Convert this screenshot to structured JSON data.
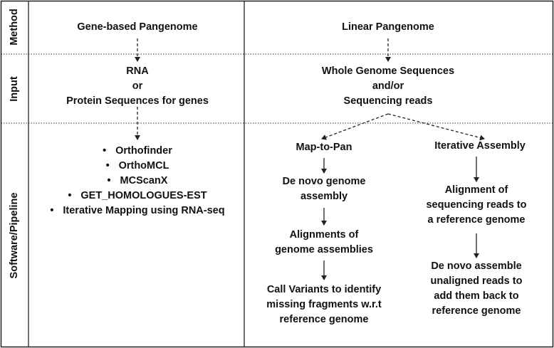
{
  "row_labels": {
    "method": "Method",
    "input": "Input",
    "software": "Software/Pipeline"
  },
  "gene_based": {
    "method": "Gene-based Pangenome",
    "input_line1": "RNA",
    "input_line2": "or",
    "input_line3": "Protein Sequences for genes",
    "tools": [
      "Orthofinder",
      "OrthoMCL",
      "MCScanX",
      "GET_HOMOLOGUES-EST",
      "Iterative Mapping using RNA-seq"
    ]
  },
  "linear": {
    "method": "Linear Pangenome",
    "input_line1": "Whole Genome Sequences",
    "input_line2": "and/or",
    "input_line3": "Sequencing reads",
    "map_to_pan": {
      "title": "Map-to-Pan",
      "step1_line1": "De novo genome",
      "step1_line2": "assembly",
      "step2_line1": "Alignments of",
      "step2_line2": "genome assemblies",
      "step3_line1": "Call Variants to identify",
      "step3_line2": "missing fragments w.r.t",
      "step3_line3": "reference genome"
    },
    "iterative_assembly": {
      "title": "Iterative Assembly",
      "step1_line1": "Alignment of",
      "step1_line2": "sequencing reads to",
      "step1_line3": "a reference genome",
      "step2_line1": "De novo assemble",
      "step2_line2": "unaligned reads to",
      "step2_line3": "add them back to",
      "step2_line4": "reference genome"
    }
  },
  "bullet_glyph": "•",
  "colors": {
    "line": "#222222",
    "text": "#111111"
  }
}
